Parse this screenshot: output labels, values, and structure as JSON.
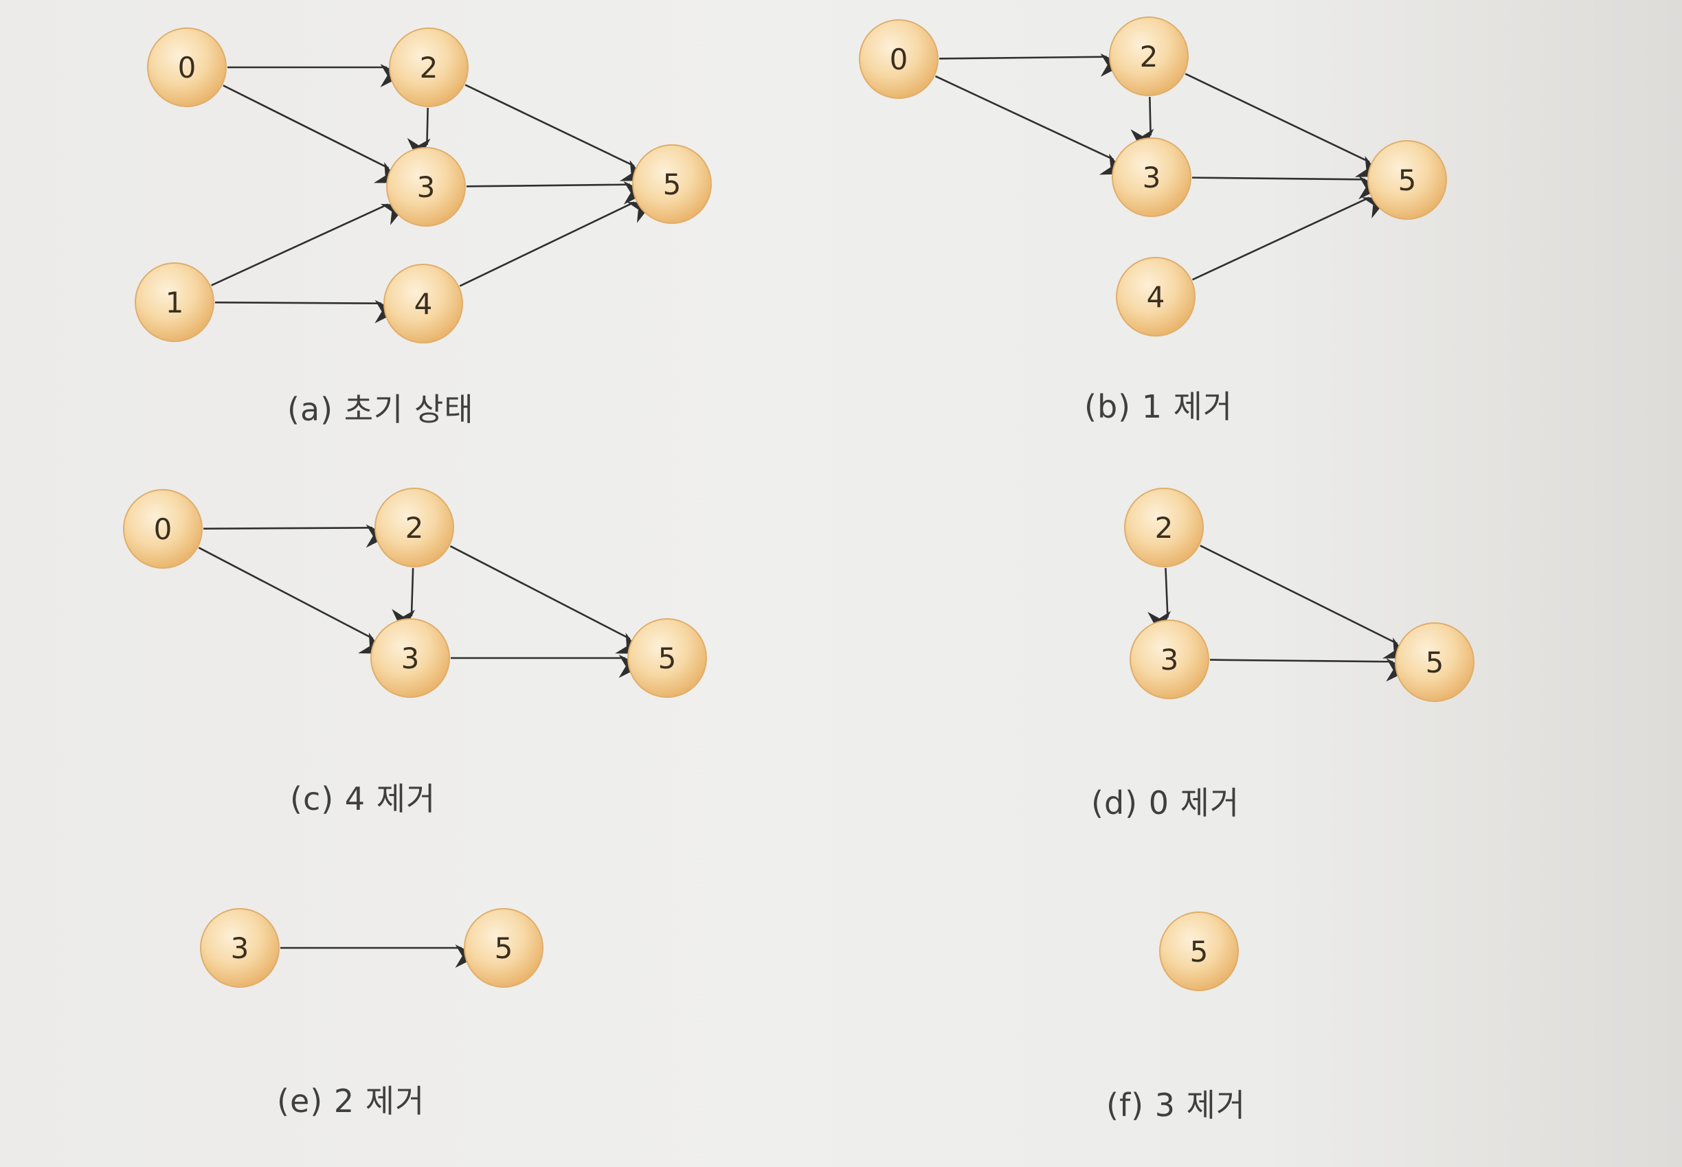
{
  "panels": [
    {
      "caption": "(a) 초기 상태",
      "nodes": [
        {
          "id": "0",
          "label": "0"
        },
        {
          "id": "2",
          "label": "2"
        },
        {
          "id": "3",
          "label": "3"
        },
        {
          "id": "5",
          "label": "5"
        },
        {
          "id": "1",
          "label": "1"
        },
        {
          "id": "4",
          "label": "4"
        }
      ],
      "edges": [
        [
          "0",
          "2"
        ],
        [
          "0",
          "3"
        ],
        [
          "2",
          "3"
        ],
        [
          "2",
          "5"
        ],
        [
          "3",
          "5"
        ],
        [
          "1",
          "3"
        ],
        [
          "1",
          "4"
        ],
        [
          "4",
          "5"
        ]
      ]
    },
    {
      "caption": "(b) 1 제거",
      "nodes": [
        {
          "id": "0",
          "label": "0"
        },
        {
          "id": "2",
          "label": "2"
        },
        {
          "id": "3",
          "label": "3"
        },
        {
          "id": "5",
          "label": "5"
        },
        {
          "id": "4",
          "label": "4"
        }
      ],
      "edges": [
        [
          "0",
          "2"
        ],
        [
          "0",
          "3"
        ],
        [
          "2",
          "3"
        ],
        [
          "2",
          "5"
        ],
        [
          "3",
          "5"
        ],
        [
          "4",
          "5"
        ]
      ]
    },
    {
      "caption": "(c) 4 제거",
      "nodes": [
        {
          "id": "0",
          "label": "0"
        },
        {
          "id": "2",
          "label": "2"
        },
        {
          "id": "3",
          "label": "3"
        },
        {
          "id": "5",
          "label": "5"
        }
      ],
      "edges": [
        [
          "0",
          "2"
        ],
        [
          "0",
          "3"
        ],
        [
          "2",
          "3"
        ],
        [
          "2",
          "5"
        ],
        [
          "3",
          "5"
        ]
      ]
    },
    {
      "caption": "(d) 0 제거",
      "nodes": [
        {
          "id": "2",
          "label": "2"
        },
        {
          "id": "3",
          "label": "3"
        },
        {
          "id": "5",
          "label": "5"
        }
      ],
      "edges": [
        [
          "2",
          "3"
        ],
        [
          "2",
          "5"
        ],
        [
          "3",
          "5"
        ]
      ]
    },
    {
      "caption": "(e) 2 제거",
      "nodes": [
        {
          "id": "3",
          "label": "3"
        },
        {
          "id": "5",
          "label": "5"
        }
      ],
      "edges": [
        [
          "3",
          "5"
        ]
      ]
    },
    {
      "caption": "(f) 3 제거",
      "nodes": [
        {
          "id": "5",
          "label": "5"
        }
      ],
      "edges": []
    }
  ],
  "colors": {
    "node_fill_inner": "#fbe5c0",
    "node_fill_outer": "#efc489",
    "node_stroke": "#dfae6a",
    "edge": "#2f2f2f"
  }
}
